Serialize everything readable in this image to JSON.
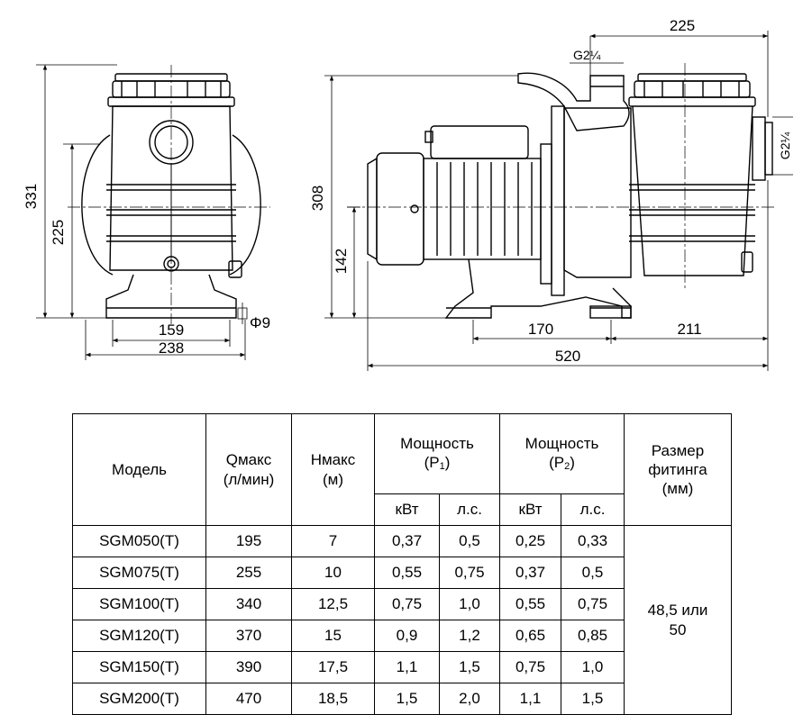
{
  "drawing": {
    "dims": {
      "front_height_total": "331",
      "front_height_axis": "225",
      "front_base_holes": "159",
      "front_base_width": "238",
      "front_hole_dia": "Φ9",
      "side_top_width": "225",
      "side_height": "308",
      "side_axis_height": "142",
      "side_base_holes": "170",
      "side_rear": "211",
      "side_total_length": "520",
      "fitting_top": "G2¼",
      "fitting_side": "G2¼"
    }
  },
  "table": {
    "headers": {
      "model": "Модель",
      "qmax": "Qмакс",
      "qmax_unit": "(л/мин)",
      "hmax": "Нмакс",
      "hmax_unit": "(м)",
      "p1": "Мощность",
      "p1_sub_label": "(P",
      "p1_sub_index": "1",
      "p1_sub_close": ")",
      "p2": "Мощность",
      "p2_sub_label": "(P",
      "p2_sub_index": "2",
      "p2_sub_close": ")",
      "fitting": "Размер фитинга (мм)",
      "kw1": "кВт",
      "hp1": "л.с.",
      "kw2": "кВт",
      "hp2": "л.с."
    },
    "rows": [
      {
        "model": "SGM050(T)",
        "q": "195",
        "h": "7",
        "p1_kw": "0,37",
        "p1_hp": "0,5",
        "p2_kw": "0,25",
        "p2_hp": "0,33"
      },
      {
        "model": "SGM075(T)",
        "q": "255",
        "h": "10",
        "p1_kw": "0,55",
        "p1_hp": "0,75",
        "p2_kw": "0,37",
        "p2_hp": "0,5"
      },
      {
        "model": "SGM100(T)",
        "q": "340",
        "h": "12,5",
        "p1_kw": "0,75",
        "p1_hp": "1,0",
        "p2_kw": "0,55",
        "p2_hp": "0,75"
      },
      {
        "model": "SGM120(T)",
        "q": "370",
        "h": "15",
        "p1_kw": "0,9",
        "p1_hp": "1,2",
        "p2_kw": "0,65",
        "p2_hp": "0,85"
      },
      {
        "model": "SGM150(T)",
        "q": "390",
        "h": "17,5",
        "p1_kw": "1,1",
        "p1_hp": "1,5",
        "p2_kw": "0,75",
        "p2_hp": "1,0"
      },
      {
        "model": "SGM200(T)",
        "q": "470",
        "h": "18,5",
        "p1_kw": "1,5",
        "p1_hp": "2,0",
        "p2_kw": "1,1",
        "p2_hp": "1,5"
      }
    ],
    "fitting_value": "48,5 или 50"
  }
}
